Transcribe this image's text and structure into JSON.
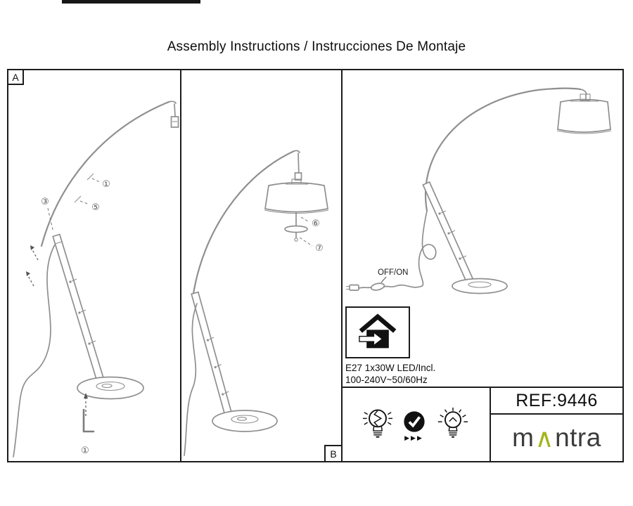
{
  "title": "Assembly Instructions / Instrucciones De Montaje",
  "panel_a": {
    "label": "A",
    "ann": {
      "s1": "①",
      "s3": "③",
      "s5": "⑤",
      "tool": "①"
    }
  },
  "panel_b": {
    "label": "B",
    "ann": {
      "s6": "⑥",
      "s7": "⑦"
    }
  },
  "right": {
    "switch_label": "OFF/ON",
    "spec": {
      "line1": "E27 1x30W LED/Incl.",
      "line2": "100-240V~50/60Hz"
    },
    "footer": {
      "ref": "REF:9446",
      "arrows": "▶▶▶",
      "brand": {
        "pre": "m",
        "caret": "∧",
        "post": "ntra"
      }
    }
  },
  "colors": {
    "brand_green": "#a2b61e",
    "drawing_line": "#8f8f8f",
    "border": "#1c1c1c"
  }
}
